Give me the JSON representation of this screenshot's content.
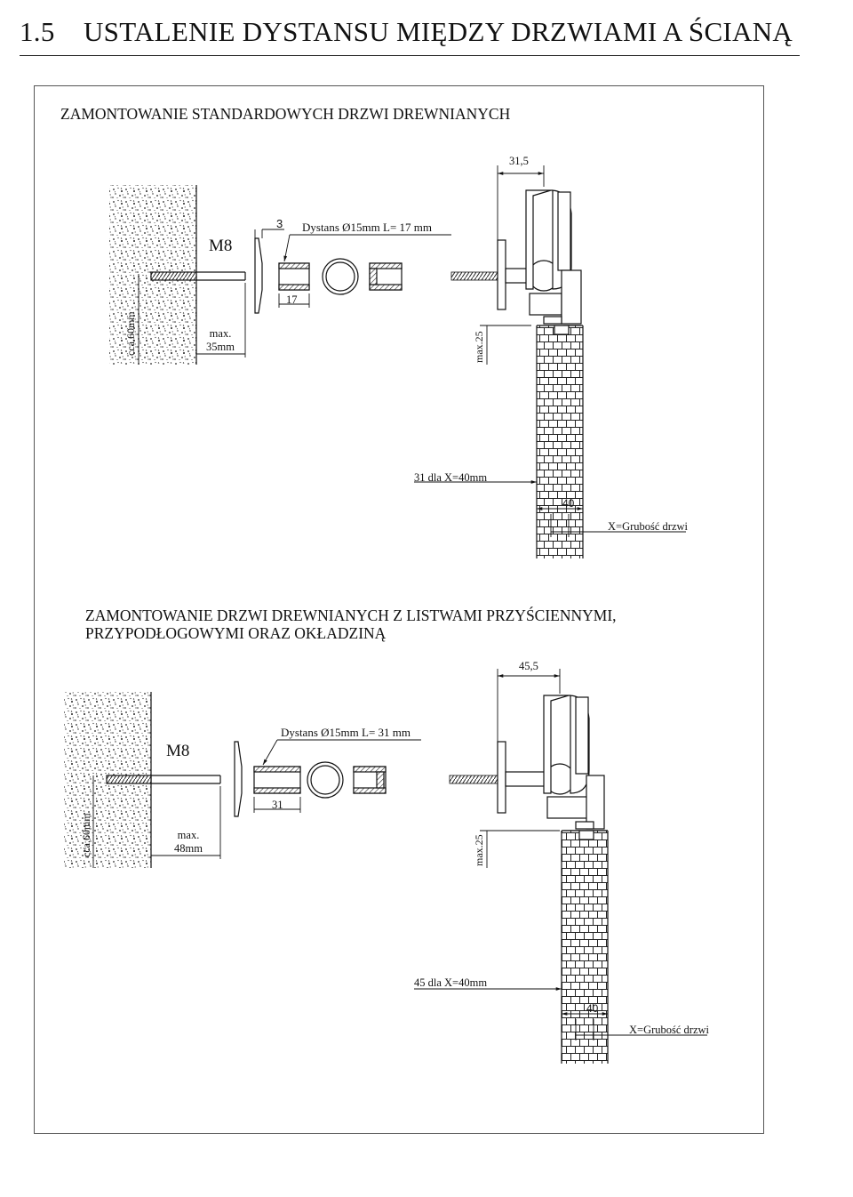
{
  "header": {
    "number": "1.5",
    "title": "USTALENIE DYSTANSU MIĘDZY DRZWIAMI A ŚCIANĄ"
  },
  "section1": {
    "title": "ZAMONTOWANIE STANDARDOWYCH DRZWI DREWNIANYCH",
    "dim_top": "31,5",
    "bolt": "M8",
    "washer_thickness": "3",
    "spacer_label": "Dystans Ø15mm L= 17 mm",
    "spacer_length": "17",
    "max_depth_line1": "max.",
    "max_depth_line2": "35mm",
    "wall_depth": "cca.60mm",
    "max_gap": "max.25",
    "door_offset": "31 dla X=40mm",
    "door_width": "40",
    "thickness_label": "X=Grubość drzwi"
  },
  "section2": {
    "title_line1": "ZAMONTOWANIE DRZWI DREWNIANYCH Z LISTWAMI PRZYŚCIENNYMI,",
    "title_line2": "PRZYPODŁOGOWYMI ORAZ OKŁADZINĄ",
    "dim_top": "45,5",
    "bolt": "M8",
    "spacer_label": "Dystans Ø15mm L= 31 mm",
    "spacer_length": "31",
    "max_depth_line1": "max.",
    "max_depth_line2": "48mm",
    "wall_depth": "cca.60mm",
    "max_gap": "max.25",
    "door_offset": "45 dla X=40mm",
    "door_width": "40",
    "thickness_label": "X=Grubość drzwi"
  }
}
